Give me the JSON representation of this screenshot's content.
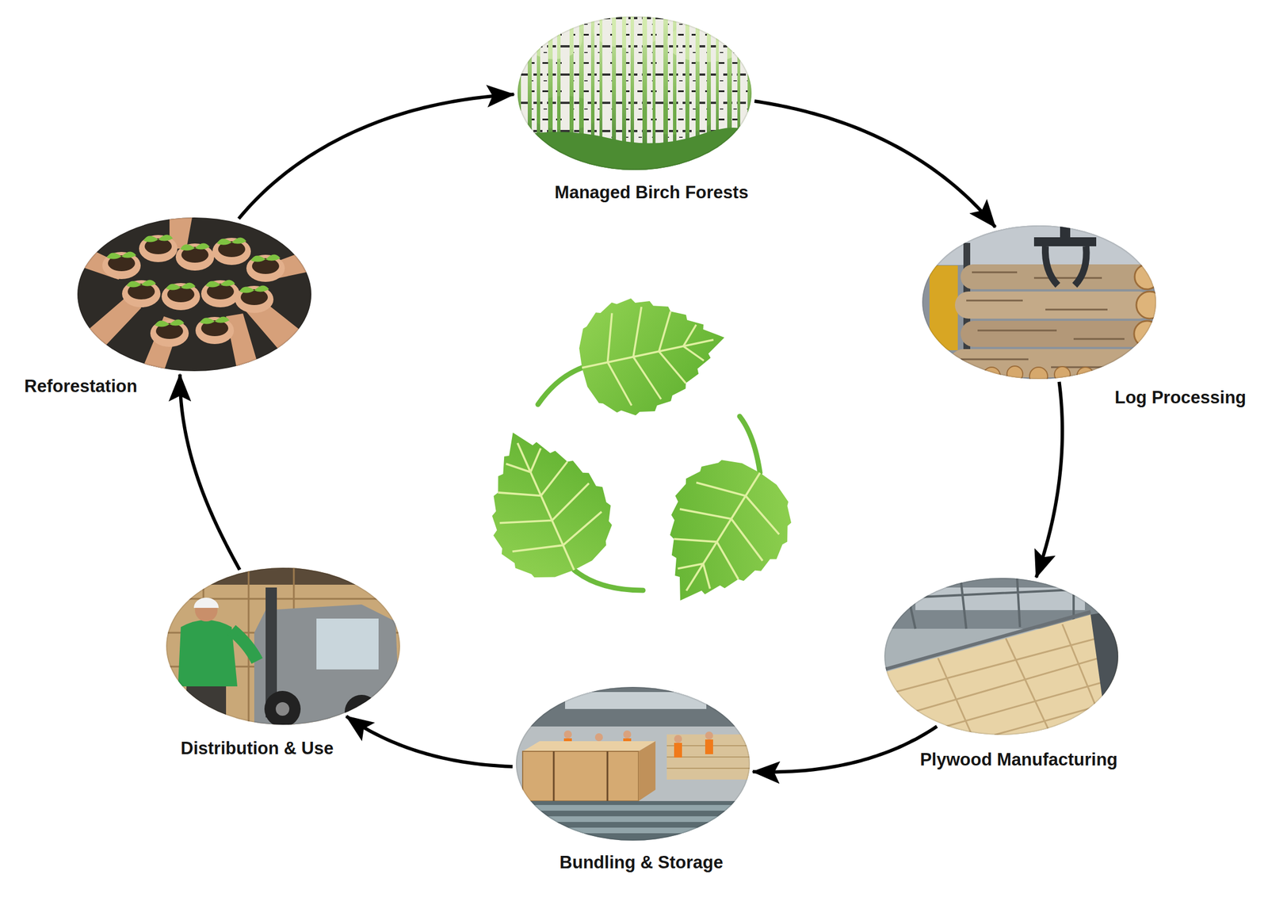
{
  "diagram": {
    "nodes": [
      {
        "text": [
          "Managed Birch Forests"
        ]
      },
      {
        "text": [
          "Log Processing"
        ]
      },
      {
        "text": [
          "Plywood Manufacturing"
        ]
      },
      {
        "text": [
          "Bundling & Storage"
        ]
      },
      {
        "text": [
          "Distribution & Use"
        ]
      },
      {
        "text": [
          "Reforestation"
        ]
      }
    ],
    "edges": [
      {
        "from": 0,
        "to": 1,
        "arrow": "to"
      },
      {
        "from": 1,
        "to": 2,
        "arrow": "to"
      },
      {
        "from": 2,
        "to": 3,
        "arrow": "to"
      },
      {
        "from": 3,
        "to": 4,
        "arrow": "to"
      },
      {
        "from": 4,
        "to": 5,
        "arrow": "to"
      },
      {
        "from": 5,
        "to": 0,
        "arrow": "to"
      }
    ]
  }
}
